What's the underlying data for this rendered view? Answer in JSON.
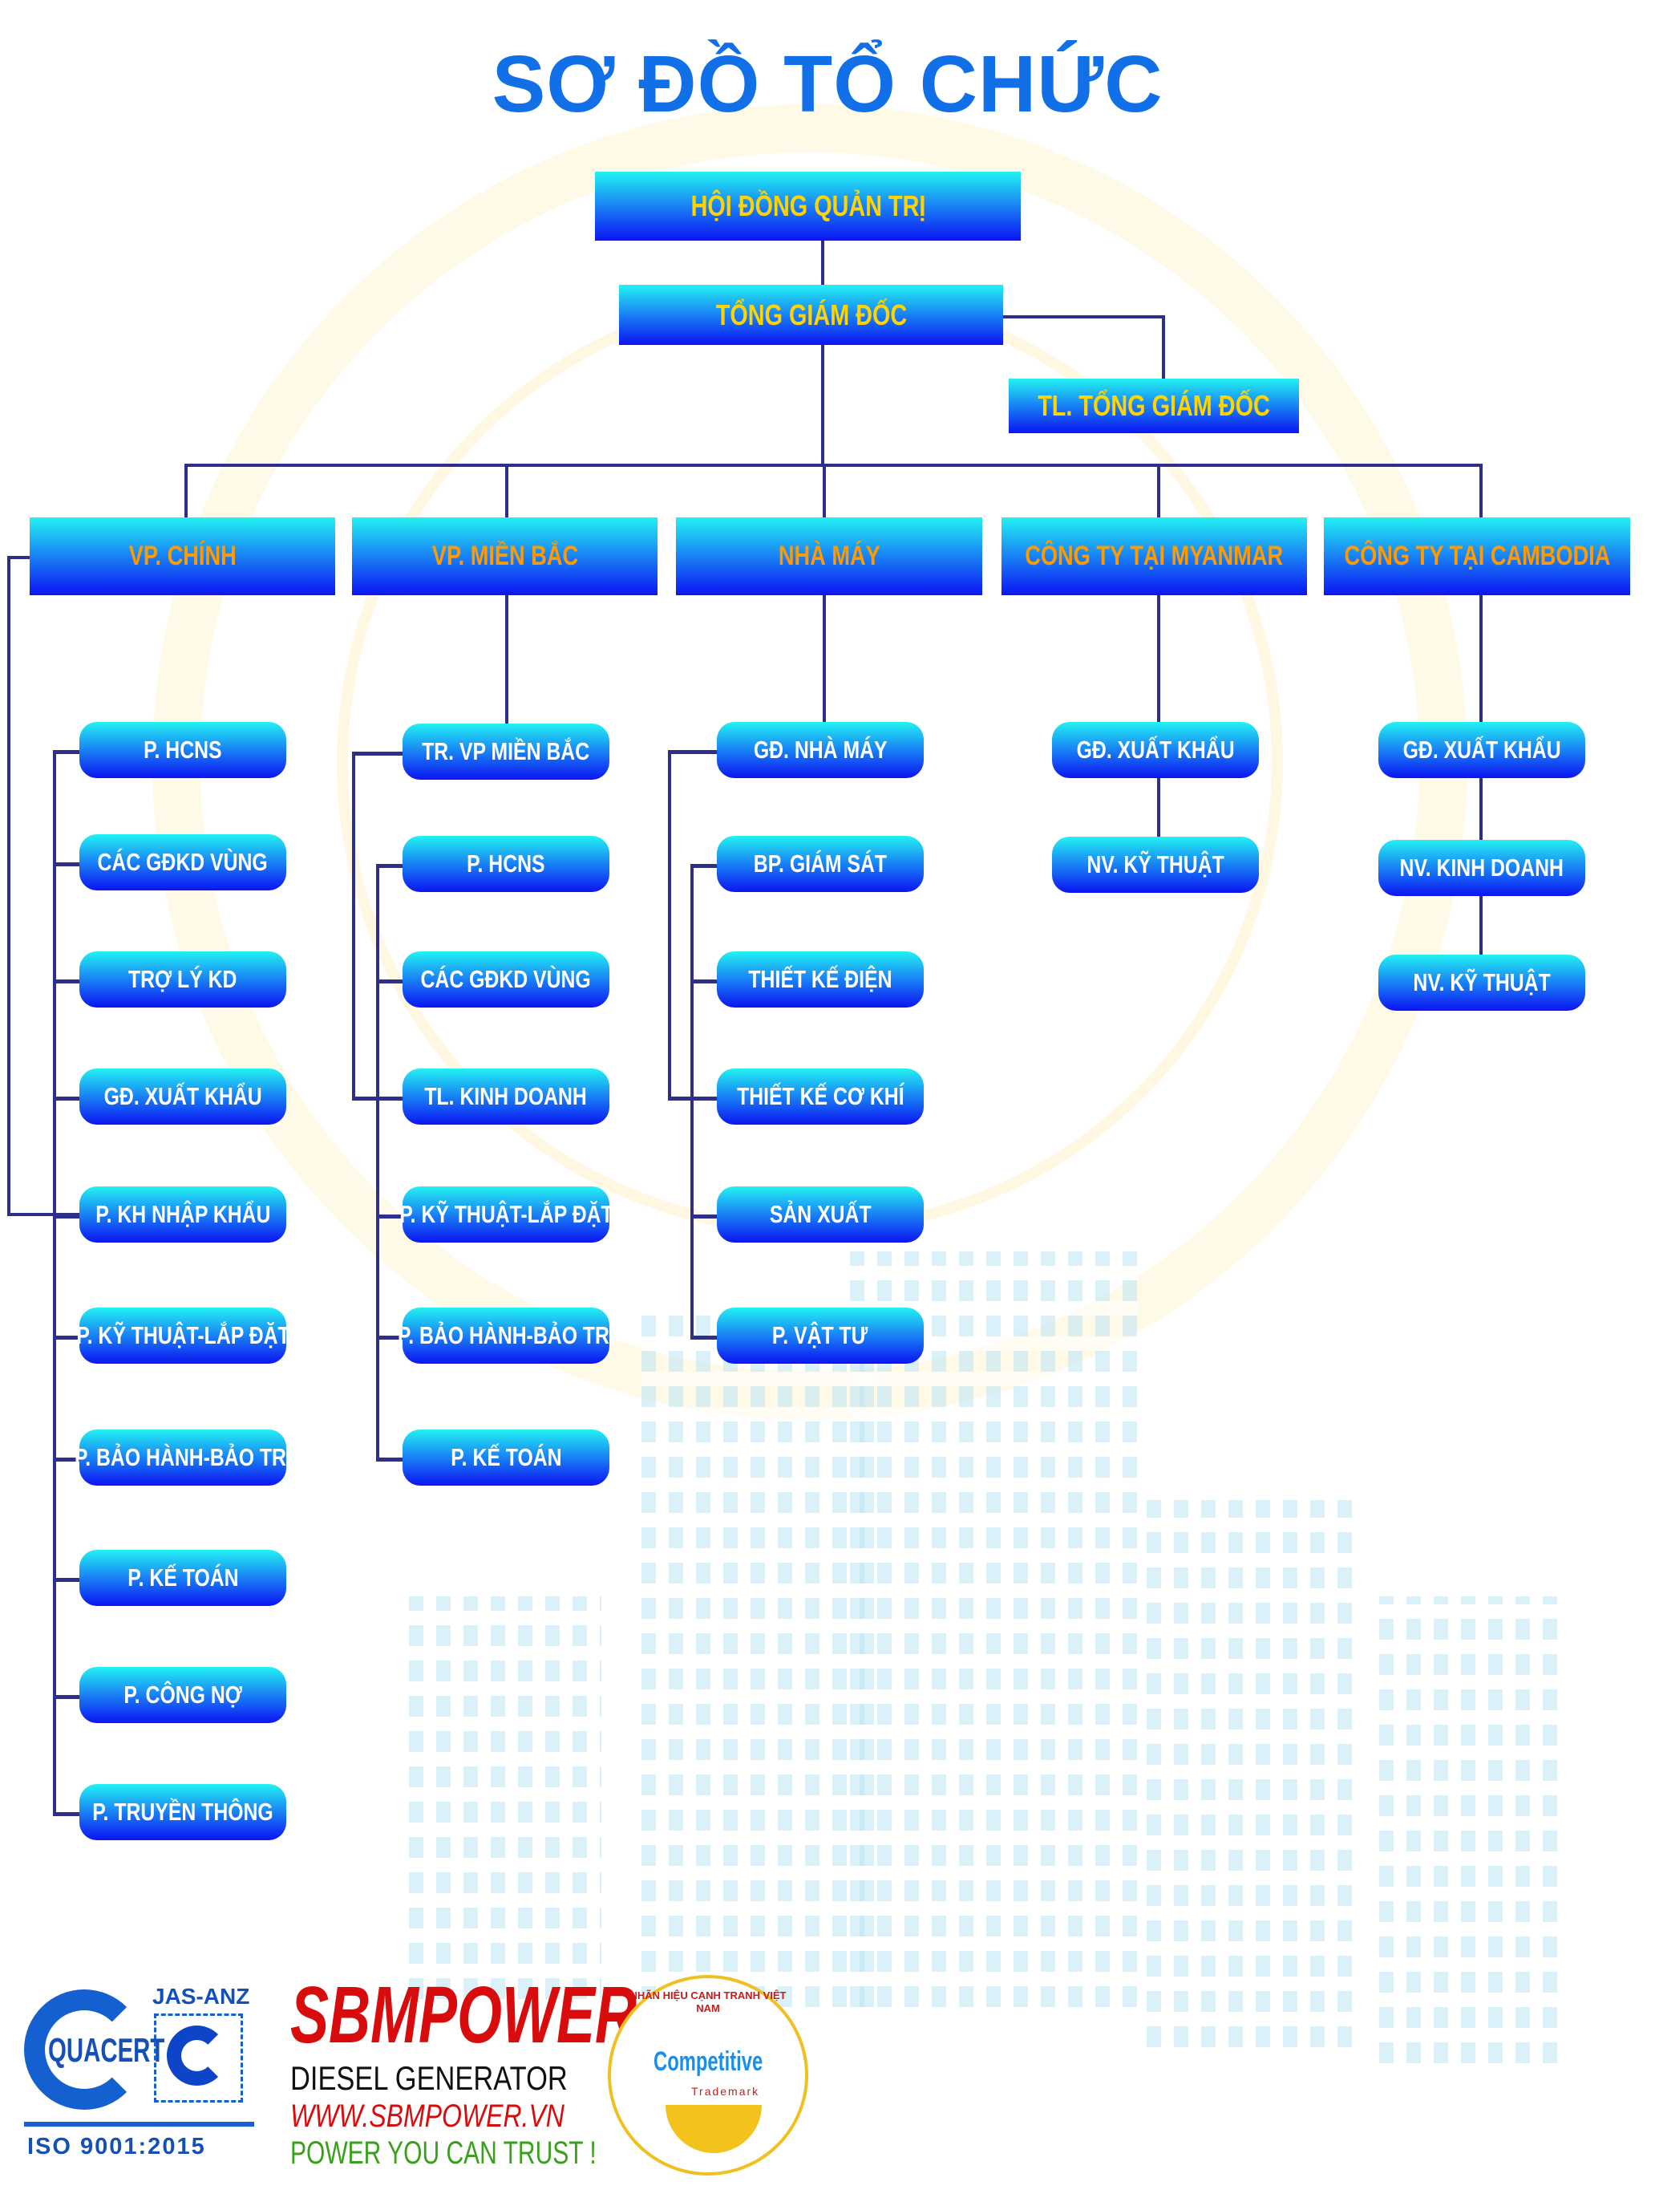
{
  "title": "SƠ ĐỒ TỔ CHỨC",
  "board": "HỘI ĐỒNG QUẢN TRỊ",
  "ceo": "TỔNG GIÁM ĐỐC",
  "ceo_assistant": "TL. TỔNG GIÁM ĐỐC",
  "departments": [
    {
      "label": "VP. CHÍNH",
      "children": [
        "P. HCNS",
        "CÁC GĐKD VÙNG",
        "TRỢ LÝ KD",
        "GĐ. XUẤT KHẨU",
        "P. KH NHẬP KHẨU",
        "P. KỸ THUẬT-LẮP ĐẶT",
        "P. BẢO HÀNH-BẢO TRÌ",
        "P. KẾ TOÁN",
        "P. CÔNG NỢ",
        "P. TRUYỀN THÔNG"
      ]
    },
    {
      "label": "VP. MIỀN BẮC",
      "children": [
        "TR. VP MIỀN BẮC",
        "P. HCNS",
        "CÁC GĐKD VÙNG",
        "TL. KINH DOANH",
        "P. KỸ THUẬT-LẮP ĐẶT",
        "P. BẢO HÀNH-BẢO TRÌ",
        "P. KẾ TOÁN"
      ]
    },
    {
      "label": "NHÀ MÁY",
      "children": [
        "GĐ. NHÀ MÁY",
        "BP. GIÁM SÁT",
        "THIẾT KẾ ĐIỆN",
        "THIẾT KẾ CƠ KHÍ",
        "SẢN XUẤT",
        "P. VẬT TƯ"
      ]
    },
    {
      "label": "CÔNG TY TẠI MYANMAR",
      "children": [
        "GĐ. XUẤT KHẨU",
        "NV. KỸ THUẬT"
      ]
    },
    {
      "label": "CÔNG TY TẠI CAMBODIA",
      "children": [
        "GĐ. XUẤT KHẨU",
        "NV. KINH DOANH",
        "NV. KỸ THUẬT"
      ]
    }
  ],
  "footer": {
    "quacert": "QUACERT",
    "jas_anz": "JAS-ANZ",
    "iso": "ISO 9001:2015",
    "brand": "SBMPOWER",
    "brand_sub": "DIESEL GENERATOR",
    "website": "WWW.SBMPOWER.VN",
    "slogan": "POWER YOU CAN TRUST !",
    "seal_ring": "NHÃN HIỆU CẠNH TRANH VIỆT NAM",
    "seal_main": "Competitive",
    "seal_sub": "Trademark"
  }
}
